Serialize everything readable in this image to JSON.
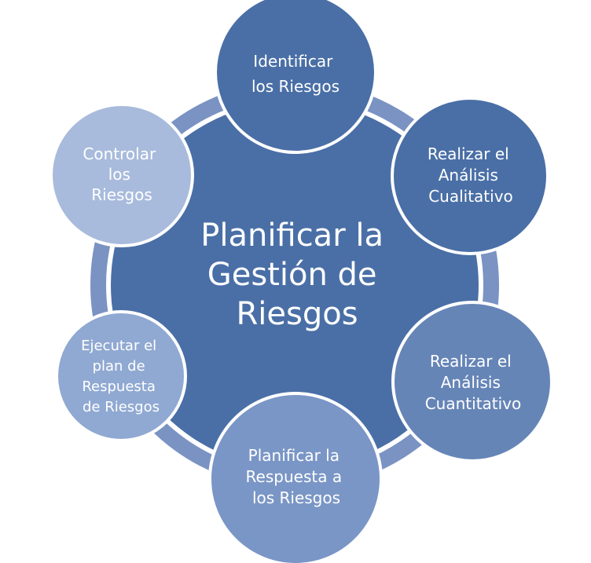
{
  "center": {
    "lines": [
      "Planificar la",
      "Gestión de",
      "Riesgos"
    ]
  },
  "nodes": [
    {
      "id": "identificar",
      "lines": [
        "Identificar",
        "los Riesgos"
      ]
    },
    {
      "id": "cualitativo",
      "lines": [
        "Realizar el",
        "Análisis",
        "Cualitativo"
      ]
    },
    {
      "id": "cuantitativo",
      "lines": [
        "Realizar el",
        "Análisis",
        "Cuantitativo"
      ]
    },
    {
      "id": "planificar-respuesta",
      "lines": [
        "Planificar la",
        "Respuesta a",
        "los Riesgos"
      ]
    },
    {
      "id": "ejecutar",
      "lines": [
        "Ejecutar el",
        "plan de",
        "Respuesta",
        "de Riesgos"
      ]
    },
    {
      "id": "controlar",
      "lines": [
        "Controlar",
        "los",
        "Riesgos"
      ]
    }
  ],
  "colors": {
    "center": "#4a6fa6",
    "ring": "#7892c2",
    "dark_node": "#4a6fa6",
    "mid_node": "#6685b7",
    "light_node": "#8aa4cf",
    "lightest_node": "#a8bbdc",
    "node_border": "#ffffff"
  }
}
